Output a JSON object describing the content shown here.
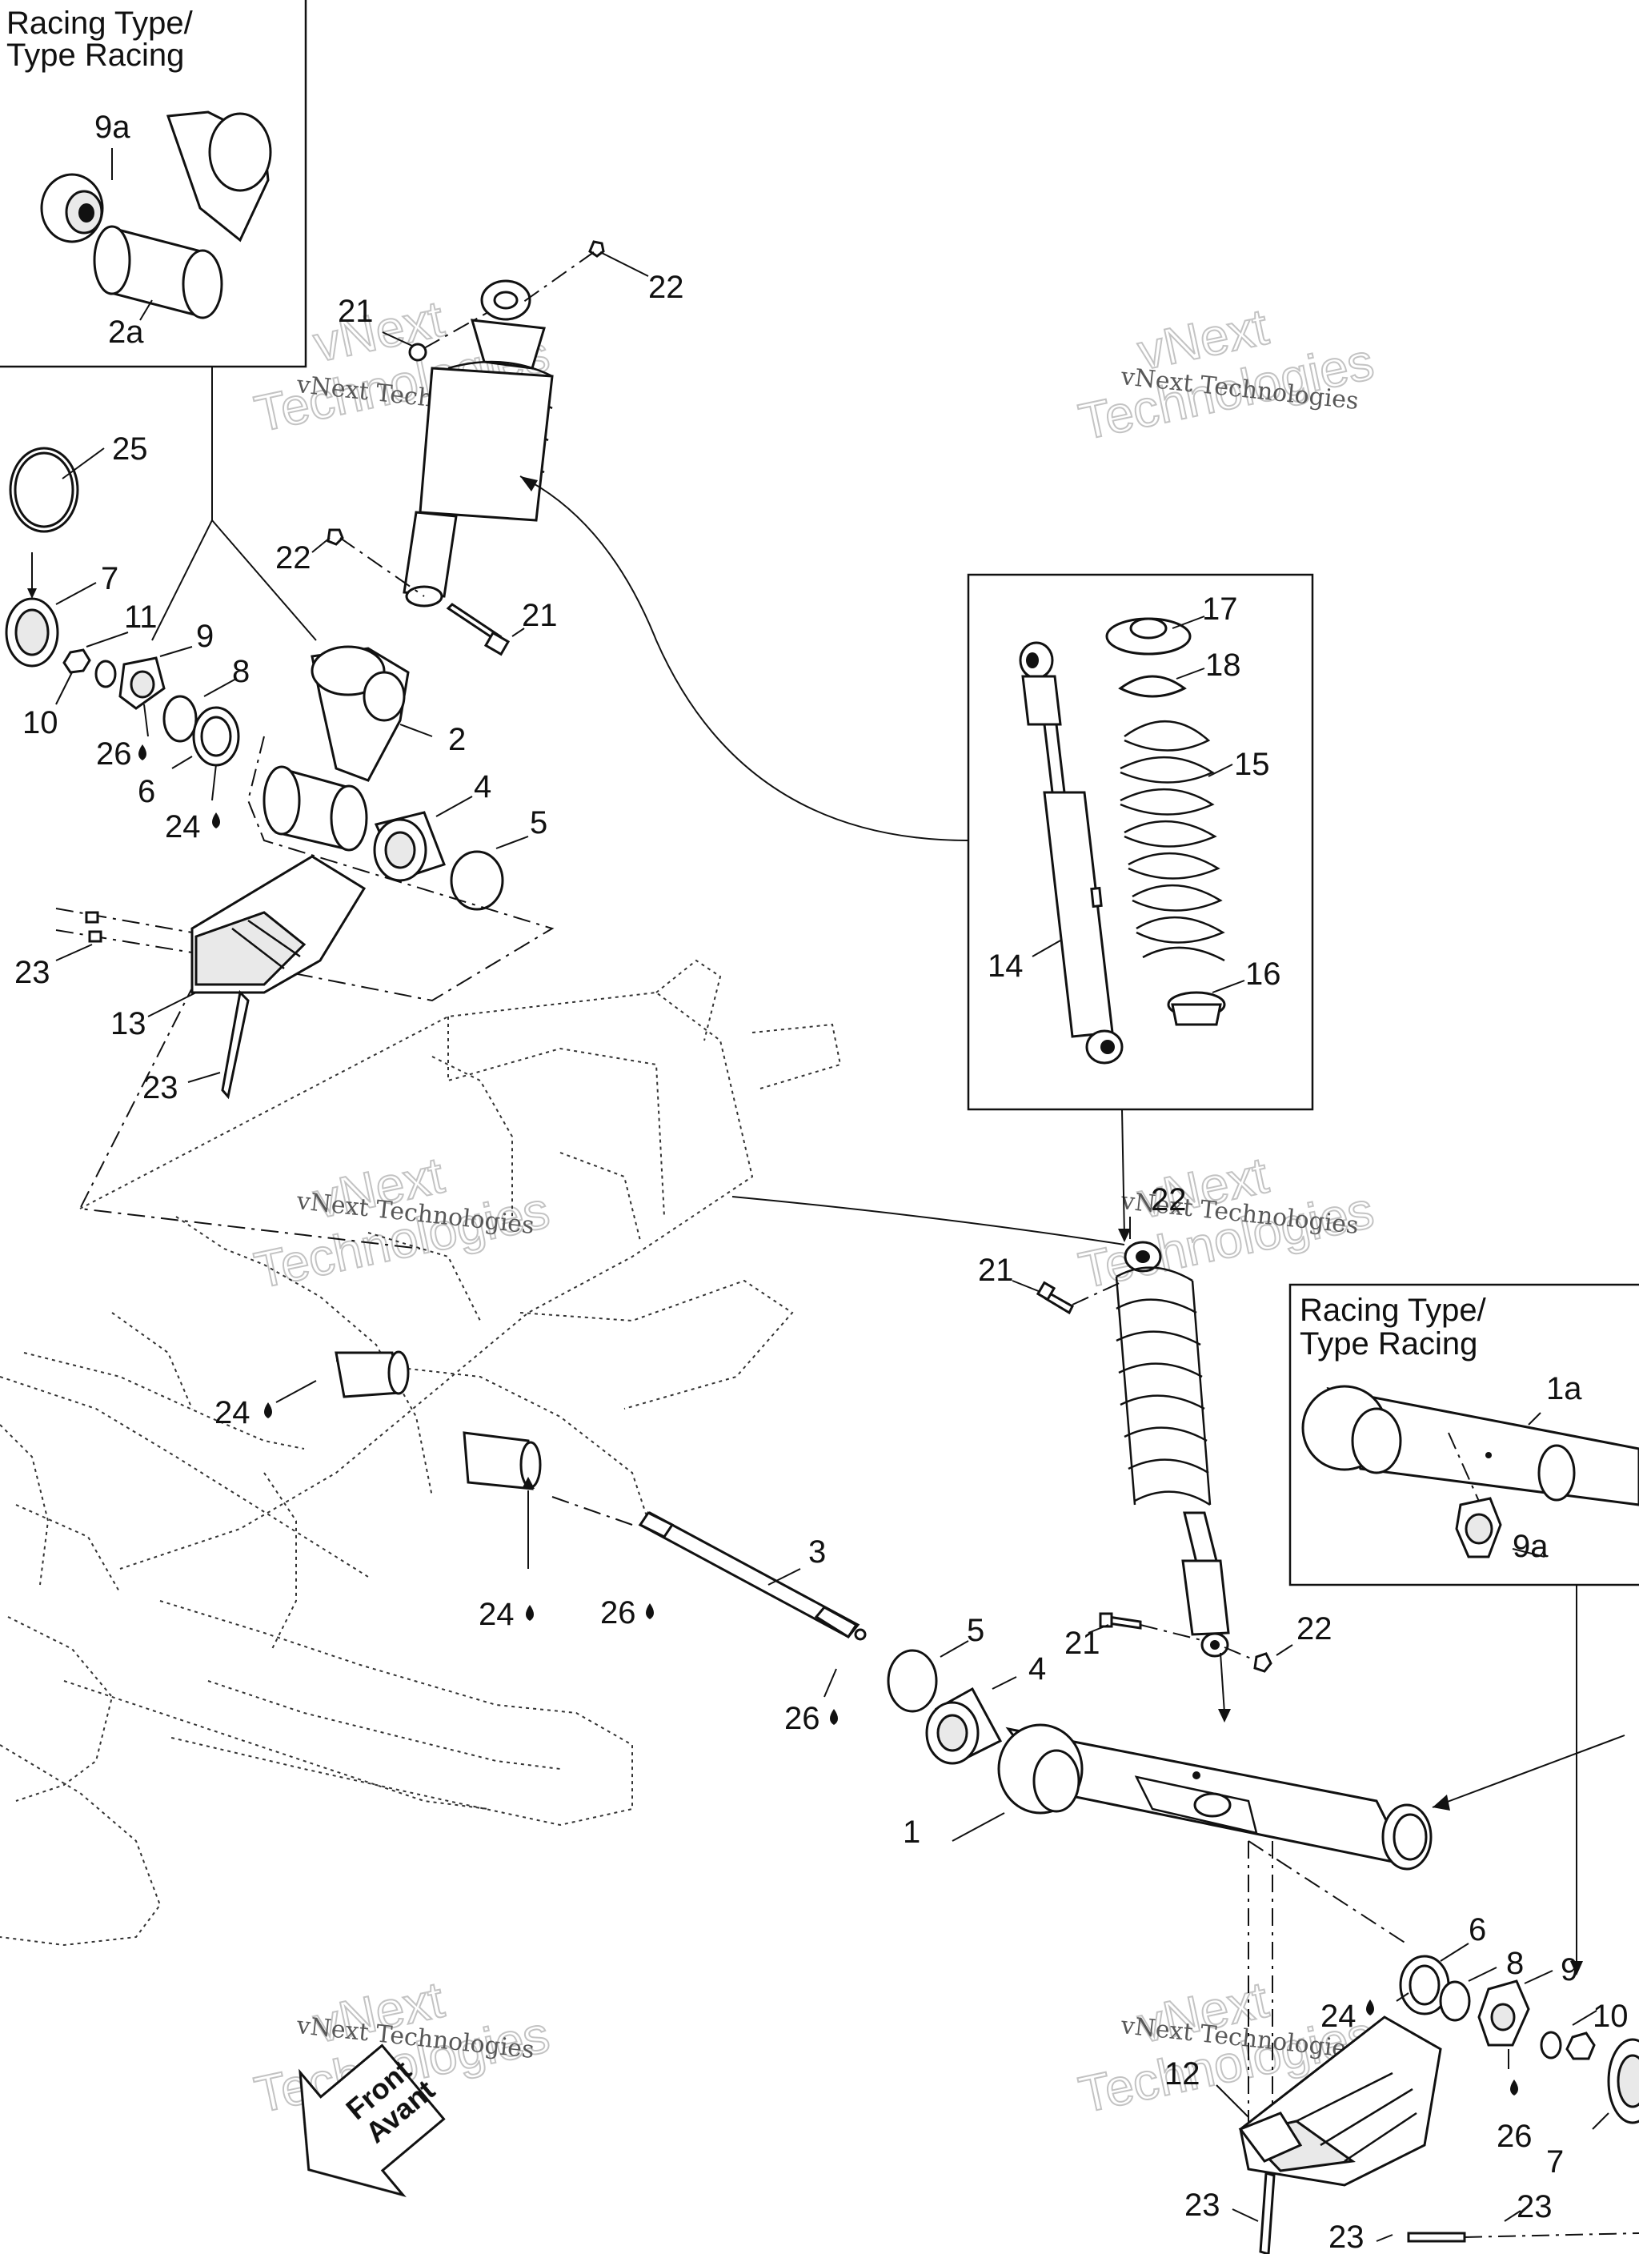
{
  "insets": {
    "top_left_title_line1": "Racing Type/",
    "top_left_title_line2": "Type Racing",
    "right_title_line1": "Racing Type/",
    "right_title_line2": "Type Racing"
  },
  "callouts": {
    "c9a_top": "9a",
    "c2a": "2a",
    "c21_top": "21",
    "c22_top": "22",
    "c25": "25",
    "c7_left": "7",
    "c11": "11",
    "c9_left": "9",
    "c8_left": "8",
    "c10_left": "10",
    "c26_left": "26",
    "c6_left": "6",
    "c24_left": "24",
    "c22_mid": "22",
    "c21_mid": "21",
    "c2": "2",
    "c4_top": "4",
    "c5_top": "5",
    "c23_a": "23",
    "c13": "13",
    "c23_b": "23",
    "c17": "17",
    "c18": "18",
    "c15": "15",
    "c14": "14",
    "c16": "16",
    "c22_lower": "22",
    "c21_lower": "21",
    "c1a": "1a",
    "c9a_right": "9a",
    "c24_frame_a": "24",
    "c24_frame_b": "24",
    "c26_mid": "26",
    "c3": "3",
    "c26_shaft": "26",
    "c5_lower": "5",
    "c4_lower": "4",
    "c21_bottom": "21",
    "c22_bottom": "22",
    "c1": "1",
    "c6_right": "6",
    "c8_right": "8",
    "c9_right": "9",
    "c10_right": "10",
    "c24_right": "24",
    "c26_right": "26",
    "c7_right": "7",
    "c12": "12",
    "c23_c": "23",
    "c23_d": "23",
    "c23_e": "23"
  },
  "front_sign": {
    "line1": "Front",
    "line2": "Avant"
  },
  "watermarks": {
    "small_text": "vNext Technologies",
    "big_line1": "vNext",
    "big_line2": "Technologies"
  },
  "colors": {
    "ink": "#111111",
    "watermark": "#bdbdbd"
  }
}
